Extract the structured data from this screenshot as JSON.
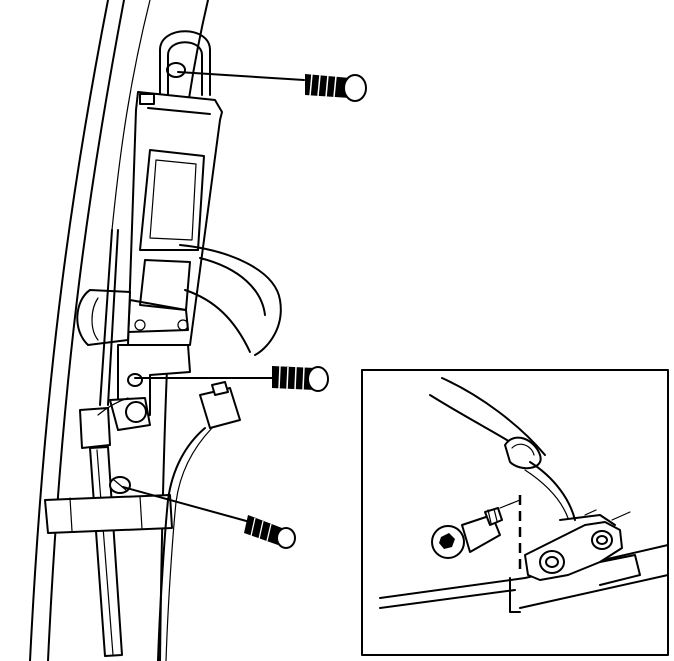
{
  "figure": {
    "type": "technical-illustration",
    "palette": {
      "ink": "#000000",
      "paper": "#ffffff"
    },
    "parts": {
      "main_view": [
        "upper-bolt",
        "middle-bolt",
        "lower-screw",
        "motor-bracket",
        "wiper-arm",
        "cable-connector"
      ],
      "detail_inset": [
        "socket-head-bolt",
        "pivot-bracket",
        "hose-clamp",
        "base-rail"
      ]
    },
    "text_labels": []
  }
}
